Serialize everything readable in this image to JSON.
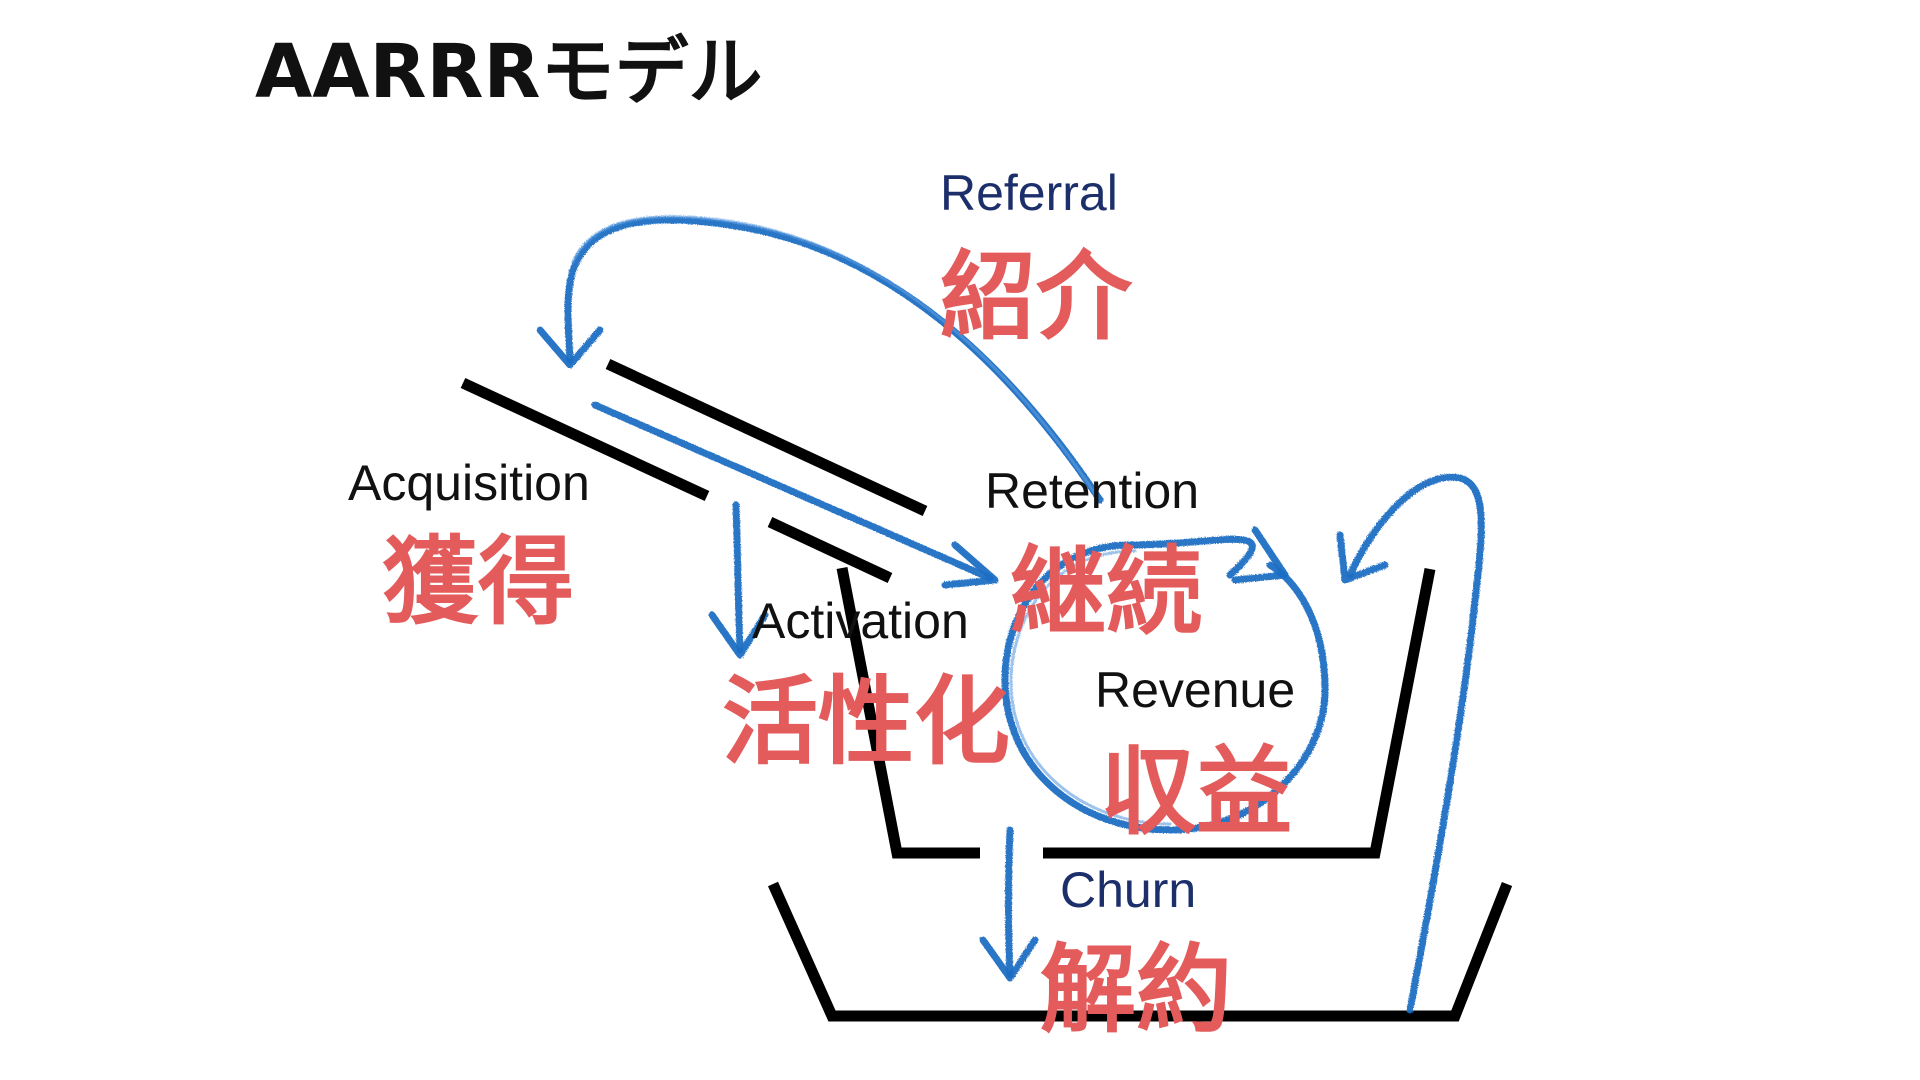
{
  "title": "AARRRモデル",
  "colors": {
    "stage_japanese": "#e35b5b",
    "arrow_crayon": "#1f6fc4",
    "label_navy": "#1c2f6b",
    "label_black": "#111111"
  },
  "stages": {
    "acquisition": {
      "en": "Acquisition",
      "ja": "獲得"
    },
    "activation": {
      "en": "Activation",
      "ja": "活性化"
    },
    "retention": {
      "en": "Retention",
      "ja": "継続"
    },
    "revenue": {
      "en": "Revenue",
      "ja": "収益"
    },
    "referral": {
      "en": "Referral",
      "ja": "紹介"
    },
    "churn": {
      "en": "Churn",
      "ja": "解約"
    }
  }
}
